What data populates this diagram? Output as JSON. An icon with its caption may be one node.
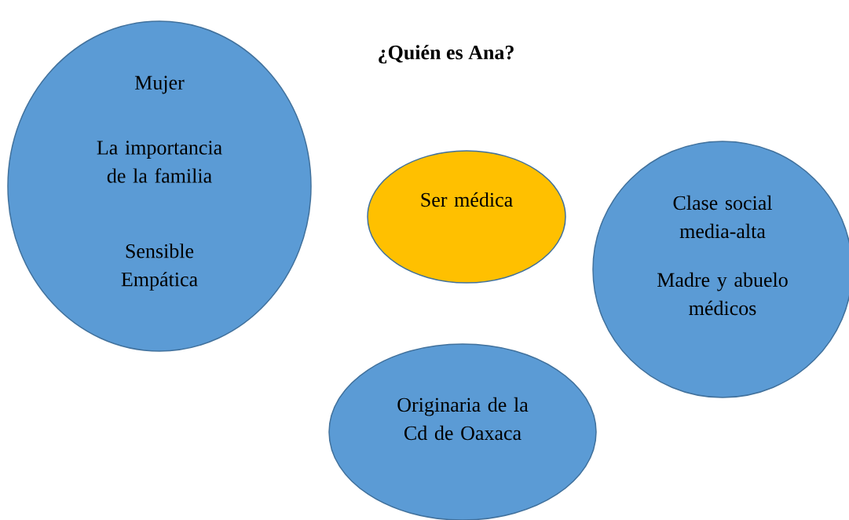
{
  "diagram": {
    "title": "¿Quién es Ana?",
    "nodes": [
      {
        "text": [
          "Mujer",
          "La importancia de la familia",
          "Sensible Empática"
        ]
      },
      {
        "text": [
          "Ser médica"
        ]
      },
      {
        "text": [
          "Clase social media-alta",
          "Madre y abuelo médicos"
        ]
      },
      {
        "text": [
          "Originaria de la Cd de Oaxaca"
        ]
      }
    ]
  }
}
